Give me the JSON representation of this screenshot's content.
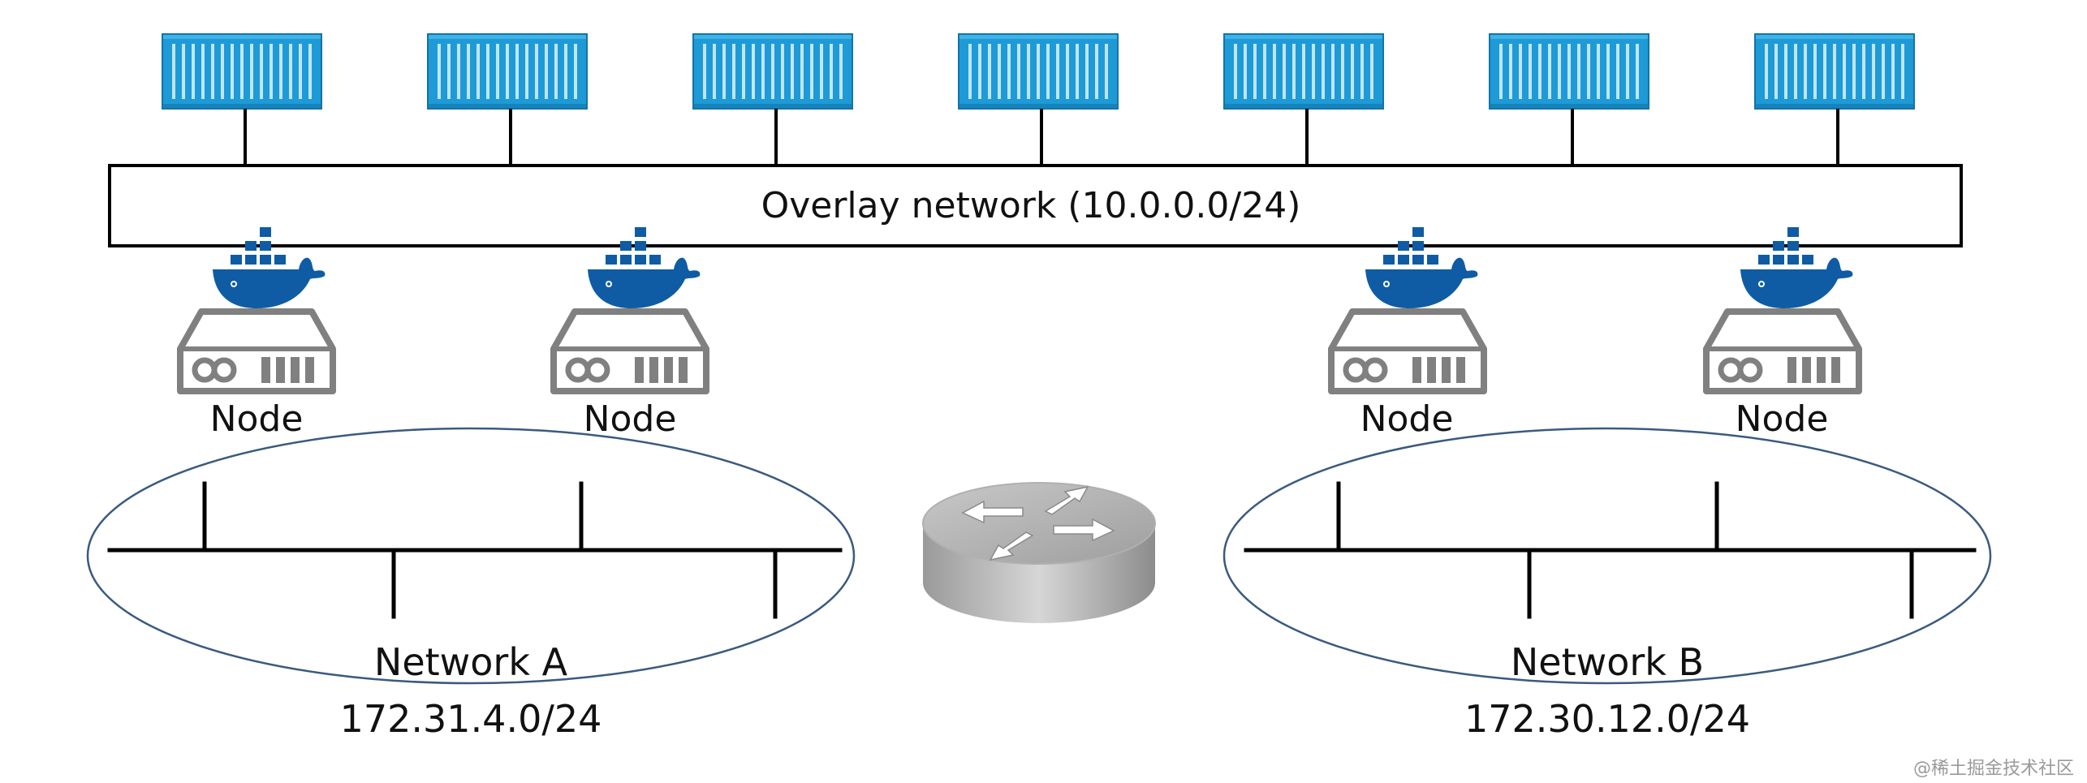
{
  "overlay": {
    "label": "Overlay network (10.0.0.0/24)"
  },
  "containers": {
    "count": 7,
    "color": "#1E9AD6",
    "icon": "container-icon"
  },
  "nodes": [
    {
      "label": "Node",
      "network": "Network A"
    },
    {
      "label": "Node",
      "network": "Network A"
    },
    {
      "label": "Node",
      "network": "Network B"
    },
    {
      "label": "Node",
      "network": "Network B"
    }
  ],
  "docker_icon": {
    "name": "docker-whale-icon",
    "color": "#0F5CA4"
  },
  "networks": [
    {
      "name": "Network A",
      "cidr": "172.31.4.0/24"
    },
    {
      "name": "Network B",
      "cidr": "172.30.12.0/24"
    }
  ],
  "router": {
    "icon": "router-icon"
  },
  "watermark": "@稀土掘金技术社区",
  "colors": {
    "server": "#808080",
    "ellipse_stroke": "#3A5A80",
    "line": "#000000"
  }
}
